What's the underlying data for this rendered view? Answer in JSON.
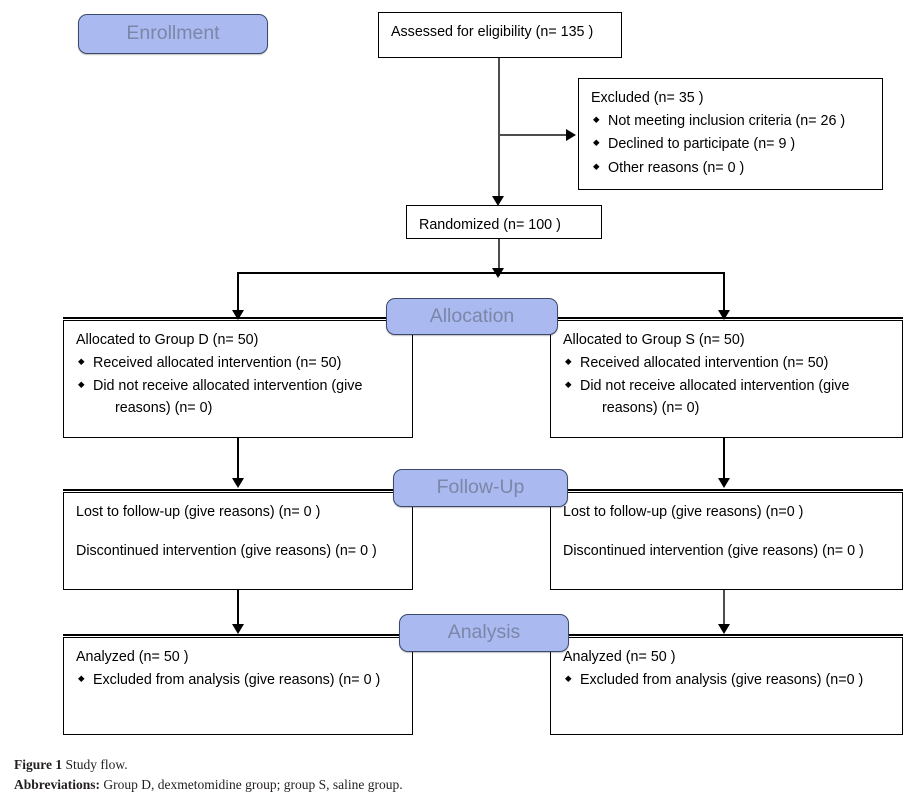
{
  "figure": {
    "title": "Study flow",
    "caption_label": "Figure 1",
    "caption_text": "Study flow.",
    "abbrev_label": "Abbreviations:",
    "abbrev_text": "Group D, dexmetomidine group; group S, saline group."
  },
  "colors": {
    "pill_fill": "#AAB9EF",
    "pill_border": "#3B4A6B",
    "pill_text": "#7B86A8",
    "box_border": "#000000",
    "connector": "#4D4D4D",
    "background": "#FFFFFF"
  },
  "stages": {
    "enrollment": "Enrollment",
    "allocation": "Allocation",
    "followup": "Follow-Up",
    "analysis": "Analysis"
  },
  "nodes": {
    "assessed": {
      "text": "Assessed for eligibility (n= 135 )"
    },
    "excluded": {
      "header": "Excluded  (n= 35  )",
      "items": [
        "Not meeting inclusion criteria (n= 26 )",
        "Declined to participate (n= 9 )",
        "Other reasons (n= 0 )"
      ]
    },
    "randomized": {
      "text": "Randomized (n= 100 )"
    },
    "allocated_left": {
      "header": "Allocated to Group D (n= 50)",
      "items": [
        "Received allocated intervention (n= 50)",
        "Did not receive allocated intervention (give"
      ],
      "item2_indent": "reasons) (n= 0)"
    },
    "allocated_right": {
      "header": "Allocated to Group S (n= 50)",
      "items": [
        "Received allocated intervention (n= 50)",
        "Did not receive allocated intervention (give"
      ],
      "item2_indent": "reasons) (n= 0)"
    },
    "followup_left": {
      "line1": "Lost to follow-up (give reasons) (n= 0 )",
      "line2": "Discontinued intervention (give reasons) (n= 0 )"
    },
    "followup_right": {
      "line1": "Lost to follow-up (give reasons) (n=0  )",
      "line2": "Discontinued intervention (give reasons) (n= 0 )"
    },
    "analysis_left": {
      "header": "Analyzed  (n= 50 )",
      "items": [
        "Excluded from analysis (give reasons) (n= 0 )"
      ]
    },
    "analysis_right": {
      "header": "Analyzed  (n= 50 )",
      "items": [
        "Excluded from analysis (give reasons) (n=0 )"
      ]
    }
  }
}
